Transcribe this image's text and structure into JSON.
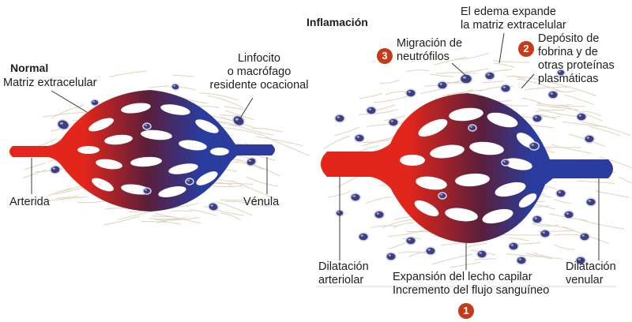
{
  "normal": {
    "title": "Normal",
    "matrix_label": "Matriz extracelular",
    "cell_label": [
      "Linfocito",
      "o macrófago",
      "residente ocacional"
    ],
    "arteriole_label": "Arterida",
    "venule_label": "Vénula"
  },
  "inflamed": {
    "title": "Inflamación",
    "edema_label": [
      "El edema expande",
      "la matriz extracelular"
    ],
    "migration_label": [
      "Migración de",
      "neutrófilos"
    ],
    "migration_step": "3",
    "fibrin_label": [
      "Depósito de",
      "fobrina y de",
      "otras proteínas",
      "plasmáticas"
    ],
    "fibrin_step": "2",
    "arteriolar_label": [
      "Dilatación",
      "arteriolar"
    ],
    "venular_label": [
      "Dilatación",
      "venular"
    ],
    "capillary_label": [
      "Expansión del lecho capilar",
      "Incremento del flujo sanguíneo"
    ],
    "capillary_step": "1"
  },
  "colors": {
    "artery": "#e2261b",
    "vein": "#2a3c9e",
    "mix": "#5a1f3a",
    "fiber": "#ddd4bc",
    "cell": "#3c3f82",
    "badge": "#c63a1c"
  }
}
